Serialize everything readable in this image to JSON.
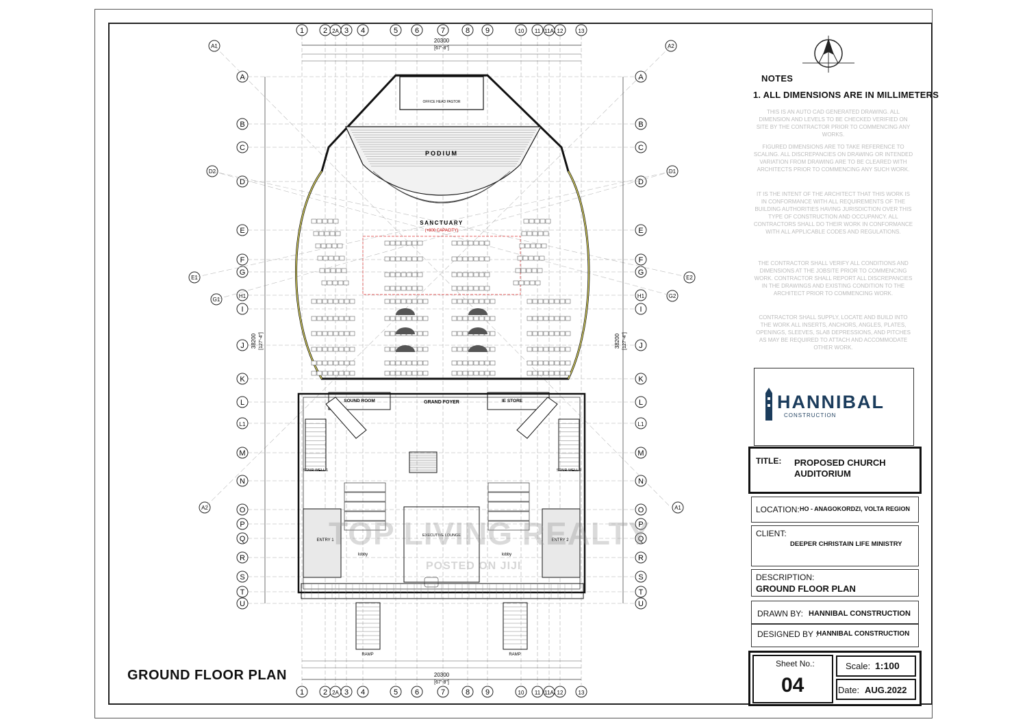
{
  "notes": {
    "heading": "NOTES",
    "item1": "1. ALL DIMENSIONS ARE IN MILLIMETERS",
    "paragraphs": [
      "THIS IS AN AUTO CAD GENERATED DRAWING. ALL DIMENSION AND LEVELS TO BE CHECKED VERIFIED ON SITE BY THE CONTRACTOR PRIOR TO COMMENCING ANY WORKS.",
      "FIGURED DIMENSIONS ARE TO TAKE REFERENCE TO SCALING. ALL DISCREPANCIES ON DRAWING OR INTENDED VARIATION FROM DRAWING ARE TO BE CLEARED WITH ARCHITECTS PRIOR TO COMMENCING ANY SUCH WORK.",
      "IT IS THE INTENT OF THE ARCHITECT THAT THIS WORK IS IN CONFORMANCE WITH ALL REQUIREMENTS OF THE BUILDING AUTHORITIES HAVING JURISDICTION OVER THIS TYPE OF CONSTRUCTION AND OCCUPANCY. ALL CONTRACTORS SHALL DO THEIR WORK IN CONFORMANCE WITH ALL APPLICABLE CODES AND REGULATIONS.",
      "THE CONTRACTOR SHALL VERIFY ALL CONDITIONS AND DIMENSIONS AT THE JOBSITE PRIOR TO COMMENCING WORK. CONTRACTOR SHALL REPORT ALL DISCREPANCIES IN THE DRAWINGS AND EXISTING CONDITION TO THE ARCHITECT PRIOR TO COMMENCING WORK.",
      "CONTRACTOR SHALL SUPPLY, LOCATE AND BUILD INTO THE WORK ALL INSERTS, ANCHORS, ANGLES, PLATES, OPENINGS, SLEEVES, SLAB DEPRESSIONS, AND PITCHES AS MAY BE REQUIRED TO ATTACH AND ACCOMMODATE OTHER WORK."
    ]
  },
  "logo": {
    "name": "HANNIBAL",
    "sub": "CONSTRUCTION"
  },
  "title_block": {
    "title_label": "TITLE:",
    "title_line1": "PROPOSED CHURCH",
    "title_line2": "AUDITORIUM",
    "location_label": "LOCATION:",
    "location_value": "HO - ANAGOKORDZI, VOLTA REGION",
    "client_label": "CLIENT:",
    "client_value": "DEEPER CHRISTAIN LIFE MINISTRY",
    "description_label": "DESCRIPTION:",
    "description_value": "GROUND FLOOR PLAN",
    "drawn_label": "DRAWN  BY:",
    "drawn_value": "HANNIBAL CONSTRUCTION",
    "designed_label": "DESIGNED BY :",
    "designed_value": "HANNIBAL CONSTRUCTION",
    "sheet_label": "Sheet No.:",
    "sheet_value": "04",
    "scale_label": "Scale:",
    "scale_value": "1:100",
    "date_label": "Date:",
    "date_value": "AUG.2022"
  },
  "plan": {
    "title": "GROUND FLOOR PLAN",
    "grid_columns": [
      "1",
      "2",
      "2A",
      "3",
      "4",
      "5",
      "6",
      "7",
      "8",
      "9",
      "10",
      "11",
      "11A",
      "12",
      "13"
    ],
    "grid_rows": [
      "A",
      "B",
      "C",
      "D",
      "E",
      "F",
      "G",
      "H1",
      "I",
      "J",
      "K",
      "L",
      "L1",
      "M",
      "N",
      "O",
      "P",
      "Q",
      "R",
      "S",
      "T",
      "U"
    ],
    "diagonal_grids": [
      "A1",
      "A2",
      "D1",
      "D2",
      "E1",
      "E2",
      "G1",
      "G2"
    ],
    "overall_width": "20300",
    "overall_width_imperial": "[67'-8\"]",
    "overall_depth": "38200",
    "overall_depth_imperial": "[127'-4\"]",
    "rooms": {
      "podium": "PODIUM",
      "sanctuary": "SANCTUARY",
      "capacity": "(+800 CAPACITY)",
      "office": "OFFICE HEAD PASTOR",
      "sound_room": "SOUND ROOM",
      "grand_foyer": "GRAND FOYER",
      "store": "IE STORE",
      "stair_well_1": "STAIR WELL 1",
      "stair_well_2": "STAIR WELL 2",
      "entry_1": "ENTRY 1",
      "entry_2": "ENTRY 2",
      "lobby": "lobby",
      "ramp": "RAMP",
      "executive_lounge": "EXECUTIVE LOUNGE"
    }
  },
  "watermark": {
    "main": "TOP LIVING REALTY",
    "sub": "POSTED ON JIJI"
  }
}
